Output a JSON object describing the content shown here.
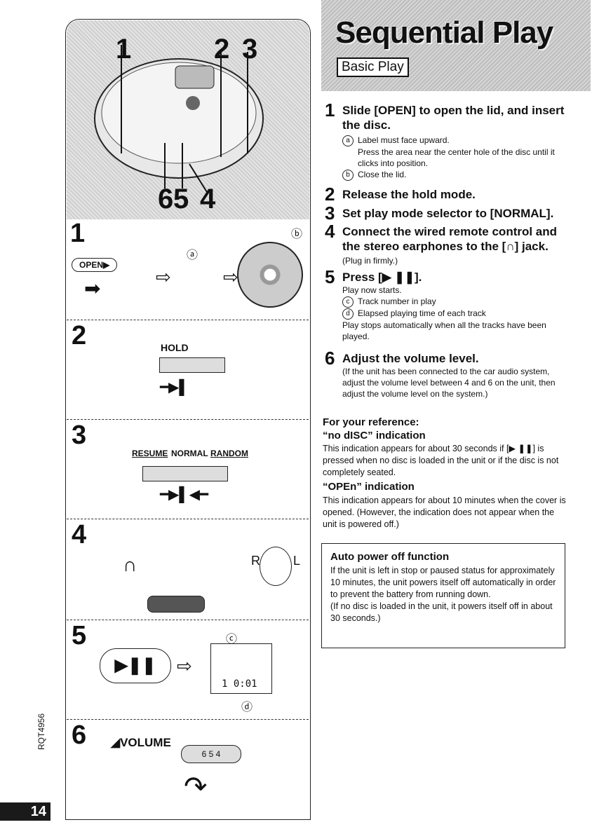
{
  "header": {
    "title": "Sequential Play",
    "section_label": "Basic Play"
  },
  "left_panel": {
    "callouts_top": [
      "1",
      "2",
      "3"
    ],
    "callouts_bottom": [
      "6",
      "5",
      "4"
    ],
    "steps": [
      {
        "num": "1",
        "labels": {
          "open_button": "OPEN▶",
          "marker_a": "ⓐ",
          "marker_b": "ⓑ"
        }
      },
      {
        "num": "2",
        "labels": {
          "hold": "HOLD"
        }
      },
      {
        "num": "3",
        "labels": {
          "resume": "RESUME",
          "normal": "NORMAL",
          "random": "RANDOM"
        }
      },
      {
        "num": "4",
        "labels": {
          "r": "R",
          "l": "L"
        }
      },
      {
        "num": "5",
        "labels": {
          "marker_c": "ⓒ",
          "marker_d": "ⓓ",
          "display": "1  0:01"
        }
      },
      {
        "num": "6",
        "labels": {
          "volume": "VOLUME",
          "dial": "6 5 4"
        }
      }
    ],
    "doc_code": "RQT4956",
    "page_number": "14"
  },
  "instructions": [
    {
      "num": "1",
      "title": "Slide [OPEN] to open the lid, and insert the disc.",
      "notes": [
        {
          "marker": "a",
          "text": "Label must face upward."
        },
        {
          "marker": "",
          "text": "Press the area near the center hole of the disc until it clicks into position."
        },
        {
          "marker": "b",
          "text": "Close the lid."
        }
      ]
    },
    {
      "num": "2",
      "title": "Release the hold mode."
    },
    {
      "num": "3",
      "title": "Set play mode selector to [NORMAL]."
    },
    {
      "num": "4",
      "title": "Connect the wired remote control and the stereo earphones to the [∩] jack.",
      "sub": "(Plug in firmly.)"
    },
    {
      "num": "5",
      "title": "Press [▶ ❚❚].",
      "sub": "Play now starts.",
      "notes": [
        {
          "marker": "c",
          "text": "Track number in play"
        },
        {
          "marker": "d",
          "text": "Elapsed playing time of each track"
        },
        {
          "marker": "",
          "text": "Play stops automatically when all the tracks have been played."
        }
      ]
    },
    {
      "num": "6",
      "title": "Adjust the volume level.",
      "sub": "(If the unit has been connected to the car audio system, adjust the volume level between 4 and 6 on the unit, then adjust the volume level on the system.)"
    }
  ],
  "reference": {
    "heading": "For your reference:",
    "items": [
      {
        "title": "“no dISC” indication",
        "text": "This indication appears for about 30 seconds if [▶ ❚❚] is pressed when no disc is loaded in the unit or if the disc is not completely seated."
      },
      {
        "title": "“OPEn” indication",
        "text": "This indication appears for about 10 minutes when the cover is opened. (However, the indication does not appear when the unit is powered off.)"
      }
    ]
  },
  "auto_power": {
    "title": "Auto power off function",
    "text1": "If the unit is left in stop or paused status for approximately 10 minutes, the unit powers itself off automatically in order to prevent the battery from running down.",
    "text2": "(If no disc is loaded in the unit, it powers itself off in about 30 seconds.)"
  }
}
